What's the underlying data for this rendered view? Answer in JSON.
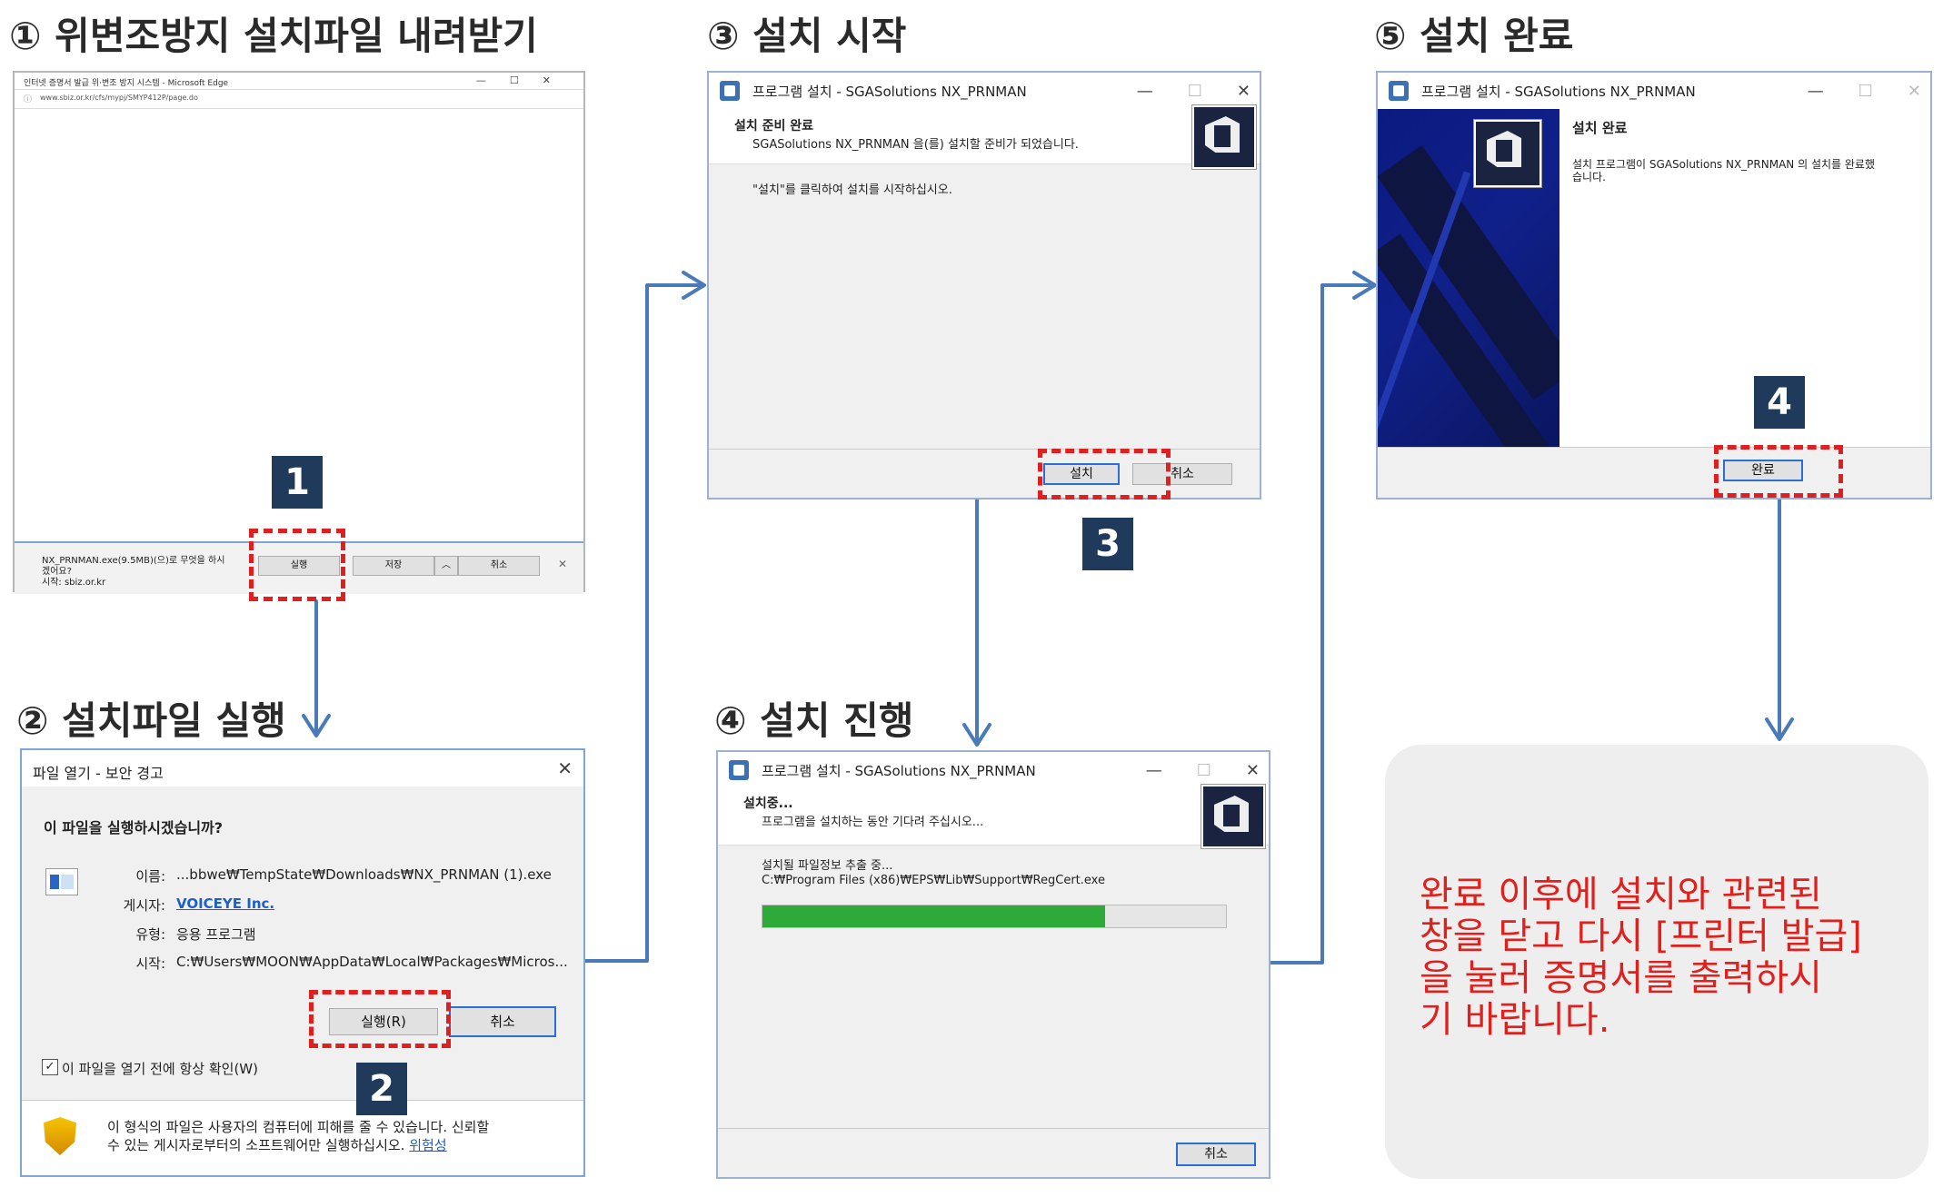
{
  "steps": {
    "s1": "① 위변조방지 설치파일 내려받기",
    "s2": "② 설치파일 실행",
    "s3": "③ 설치 시작",
    "s4": "④ 설치 진행",
    "s5": "⑤ 설치 완료"
  },
  "badges": {
    "b1": "1",
    "b2": "2",
    "b3": "3",
    "b4": "4"
  },
  "edge": {
    "title": "인터넷 증명서 발급 위·변조 방지 시스템 - Microsoft Edge",
    "url": "www.sbiz.or.kr/cfs/mypj/SMYP412P/page.do",
    "download_text_1": "NX_PRNMAN.exe(9.5MB)(으)로 무엇을 하시",
    "download_text_2": "겠어요?",
    "download_source": "시작: sbiz.or.kr",
    "run": "실행",
    "save": "저장",
    "cancel": "취소",
    "min": "—",
    "max": "☐",
    "close": "✕"
  },
  "security": {
    "title": "파일 열기 - 보안 경고",
    "question": "이 파일을 실행하시겠습니까?",
    "name_label": "이름:",
    "name_value": "...bbwe₩TempState₩Downloads₩NX_PRNMAN (1).exe",
    "publisher_label": "게시자:",
    "publisher_value": "VOICEYE Inc.",
    "type_label": "유형:",
    "type_value": "응용 프로그램",
    "from_label": "시작:",
    "from_value": "C:₩Users₩MOON₩AppData₩Local₩Packages₩Micros...",
    "run_button": "실행(R)",
    "cancel_button": "취소",
    "always_ask": "이 파일을 열기 전에 항상 확인(W)",
    "warning_1": "이 형식의 파일은 사용자의 컴퓨터에 피해를 줄 수 있습니다. 신뢰할",
    "warning_2": "수 있는 게시자로부터의 소프트웨어만 실행하십시오.",
    "risk_link": "위험성"
  },
  "setup_start": {
    "title": "프로그램 설치  -  SGASolutions NX_PRNMAN",
    "header_title": "설치 준비 완료",
    "header_sub": "SGASolutions NX_PRNMAN 을(를) 설치할 준비가 되었습니다.",
    "body": "\"설치\"를 클릭하여 설치를 시작하십시오.",
    "install_button": "설치",
    "cancel_button": "취소"
  },
  "setup_progress": {
    "title": "프로그램 설치  -  SGASolutions NX_PRNMAN",
    "header_title": "설치중...",
    "header_sub": "프로그램을 설치하는 동안 기다려 주십시오...",
    "status": "설치될 파일정보 추출 중...",
    "path": "C:₩Program Files (x86)₩EPS₩Lib₩Support₩RegCert.exe",
    "progress": 0.74,
    "cancel_button": "취소"
  },
  "setup_done": {
    "title": "프로그램 설치  -  SGASolutions NX_PRNMAN",
    "header_title": "설치 완료",
    "body_1": "설치 프로그램이 SGASolutions NX_PRNMAN 의 설치를 완료했",
    "body_2": "습니다.",
    "finish_button": "완료"
  },
  "note": {
    "line1": "완료 이후에 설치와 관련된",
    "line2": "창을 닫고 다시 [프린터 발급]",
    "line3": "을 눌러 증명서를 출력하시",
    "line4": "기 바랍니다."
  },
  "colors": {
    "accent": "#4a7ab8",
    "highlight": "#e02020",
    "badge": "#1f3a5a",
    "note_text": "#e0201c",
    "progress": "#2eaa3a"
  }
}
